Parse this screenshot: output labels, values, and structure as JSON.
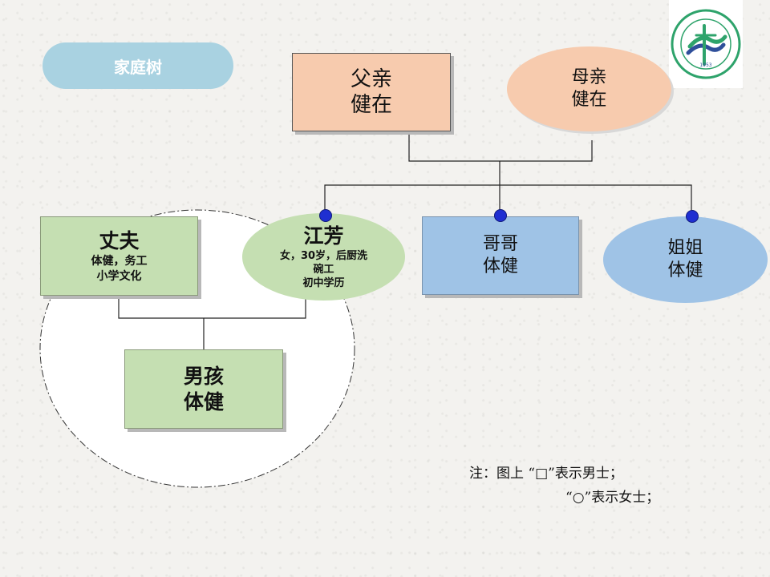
{
  "title_pill": "家庭树",
  "father": {
    "name": "父亲",
    "status": "健在"
  },
  "mother": {
    "name": "母亲",
    "status": "健在"
  },
  "husband": {
    "name": "丈夫",
    "line1": "体健，务工",
    "line2": "小学文化"
  },
  "jiang": {
    "name": "江芳",
    "line1": "女，30岁，后厨洗",
    "line2": "碗工",
    "line3": "初中学历"
  },
  "brother": {
    "name": "哥哥",
    "status": "体健"
  },
  "sister": {
    "name": "姐姐",
    "status": "体健"
  },
  "boy": {
    "name": "男孩",
    "status": "体健"
  },
  "note": {
    "line1": "注：图上 “□”表示男士；",
    "line2": "“○”表示女士；"
  },
  "logo": {
    "year": "1953"
  },
  "colors": {
    "female_node": "#f7cbae",
    "green_node": "#c5dfb2",
    "blue_node": "#9fc3e6",
    "marker": "#1f2fd1",
    "title_pill": "#a9d2e1",
    "logo_green": "#2ea36b",
    "logo_blue": "#2f4f9a"
  }
}
